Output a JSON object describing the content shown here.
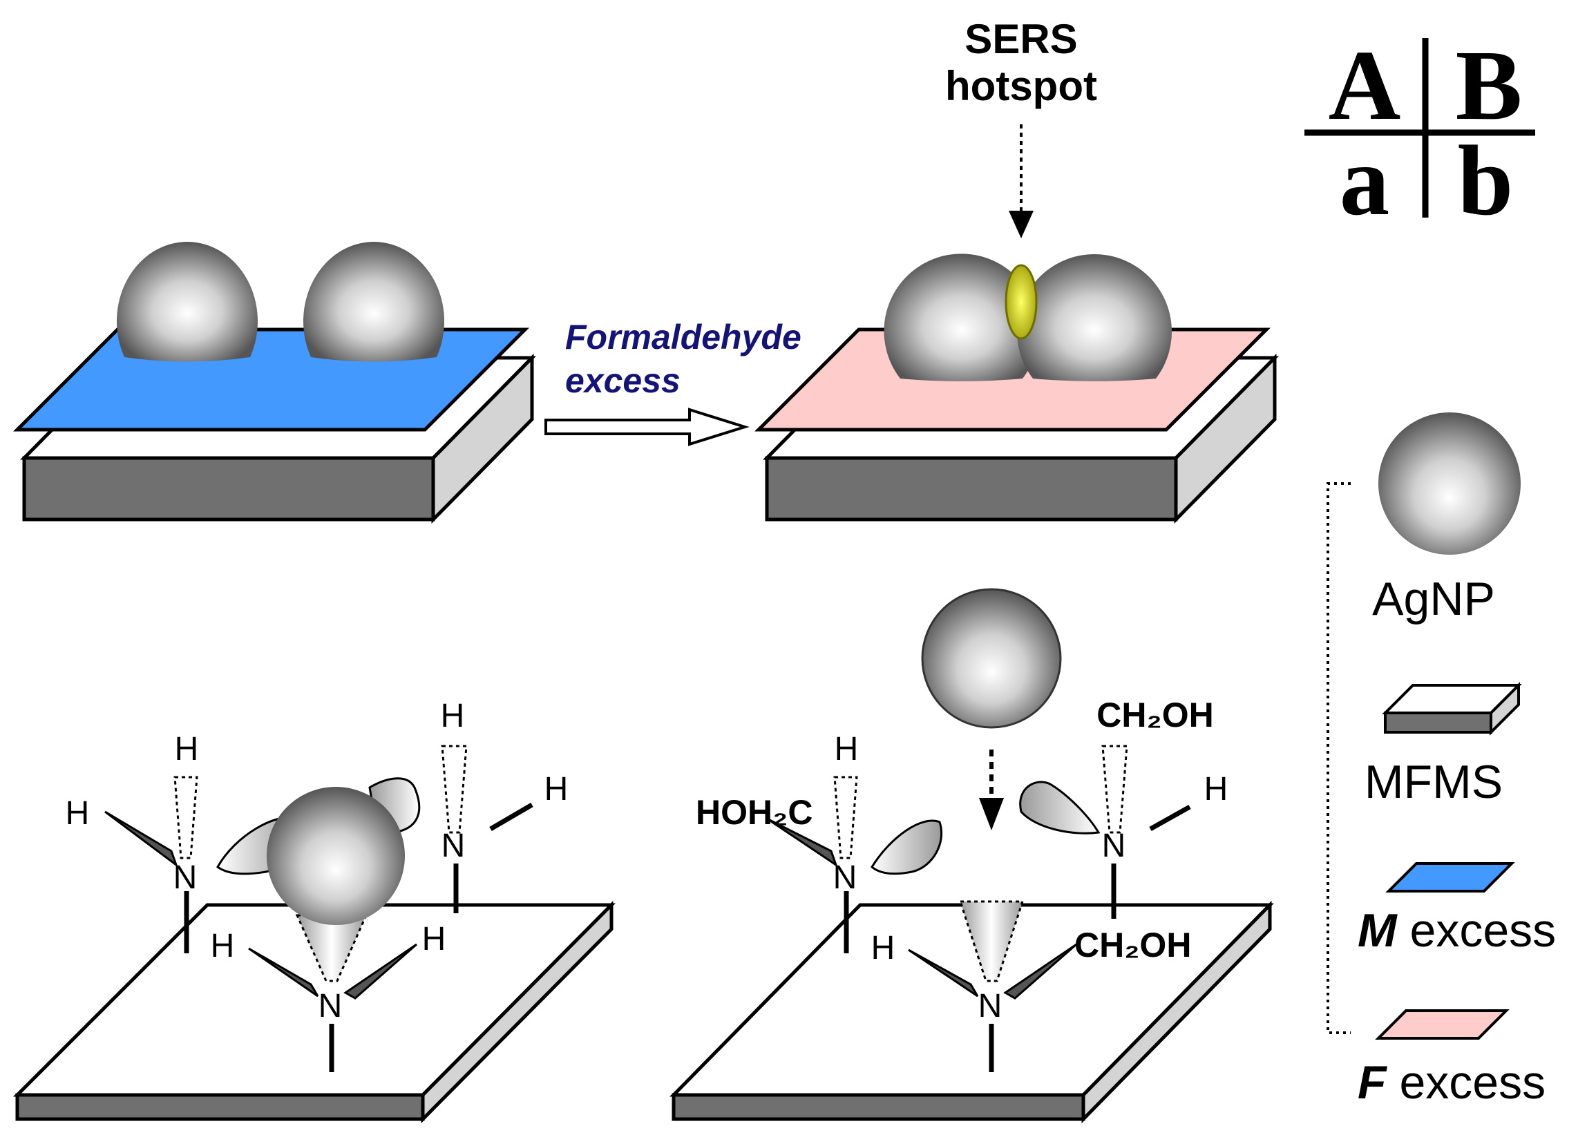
{
  "quadrant_key": {
    "A": "A",
    "B": "B",
    "a": "a",
    "b": "b"
  },
  "panel_A": {
    "arrow_label_line1": "Formaldehyde",
    "arrow_label_line2": "excess"
  },
  "panel_B": {
    "hotspot_line1": "SERS",
    "hotspot_line2": "hotspot"
  },
  "panel_a": {
    "atoms": {
      "H_left": "H",
      "N_left": "N",
      "H_left_top": "H",
      "H_right_top": "H",
      "N_right": "N",
      "H_right": "H",
      "H_bottom_left": "H",
      "H_bottom_right": "H",
      "N_bottom": "N"
    }
  },
  "panel_b": {
    "atoms": {
      "HOH2C": "HOH₂C",
      "N_left": "N",
      "H_left_top": "H",
      "CH2OH_top": "CH₂OH",
      "N_right": "N",
      "H_right": "H",
      "H_bottom": "H",
      "CH2OH_bottom": "CH₂OH",
      "N_bottom": "N"
    }
  },
  "legend": {
    "agnp": "AgNP",
    "mfms": "MFMS",
    "m_excess_symbol": "M",
    "m_excess_text": " excess",
    "f_excess_symbol": "F",
    "f_excess_text": " excess"
  },
  "colors": {
    "m_excess": "#4499ff",
    "f_excess": "#ffcccc",
    "hotspot": "#d4d400",
    "arrow_label": "#141478",
    "substrate_dark": "#6e6e6e",
    "substrate_side": "#d4d4d4"
  }
}
